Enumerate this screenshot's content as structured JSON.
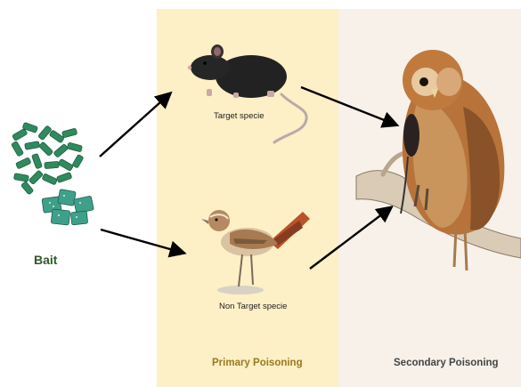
{
  "labels": {
    "bait": "Bait",
    "target": "Target specie",
    "non_target": "Non Target specie",
    "primary": "Primary Poisoning",
    "secondary": "Secondary Poisoning"
  },
  "colors": {
    "bait_green": "#2f8a5e",
    "bait_label": "#2f5a2a",
    "primary_bg": "#fdefc6",
    "secondary_bg": "#f7f1ea",
    "arrow": "#000000"
  },
  "icons": [
    "bait-pellets-icon",
    "rat-icon",
    "bird-icon",
    "owl-icon",
    "branch-icon"
  ]
}
